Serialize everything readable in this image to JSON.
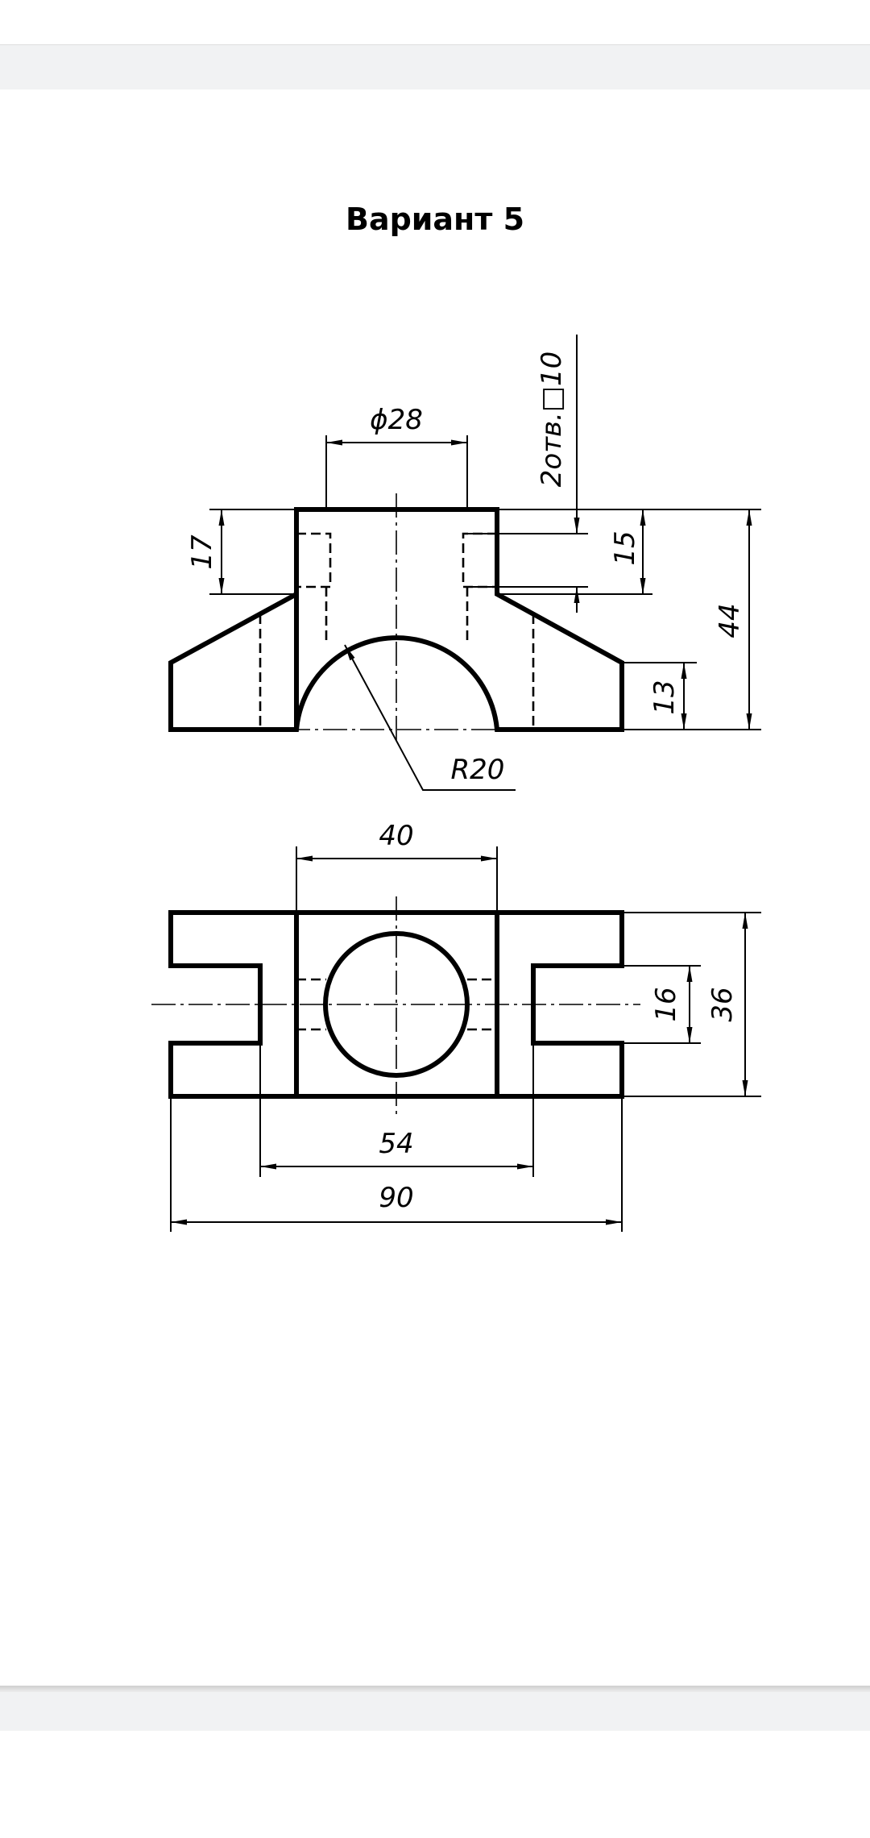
{
  "document": {
    "title": "Вариант 5"
  },
  "drawing": {
    "front_view": {
      "dims": {
        "d_top": "ϕ28",
        "holes": "2отв.□10",
        "h17": "17",
        "h15": "15",
        "h44": "44",
        "h13": "13",
        "r20": "R20"
      }
    },
    "top_view": {
      "dims": {
        "w40": "40",
        "w16": "16",
        "w36": "36",
        "w54": "54",
        "w90": "90"
      }
    }
  }
}
